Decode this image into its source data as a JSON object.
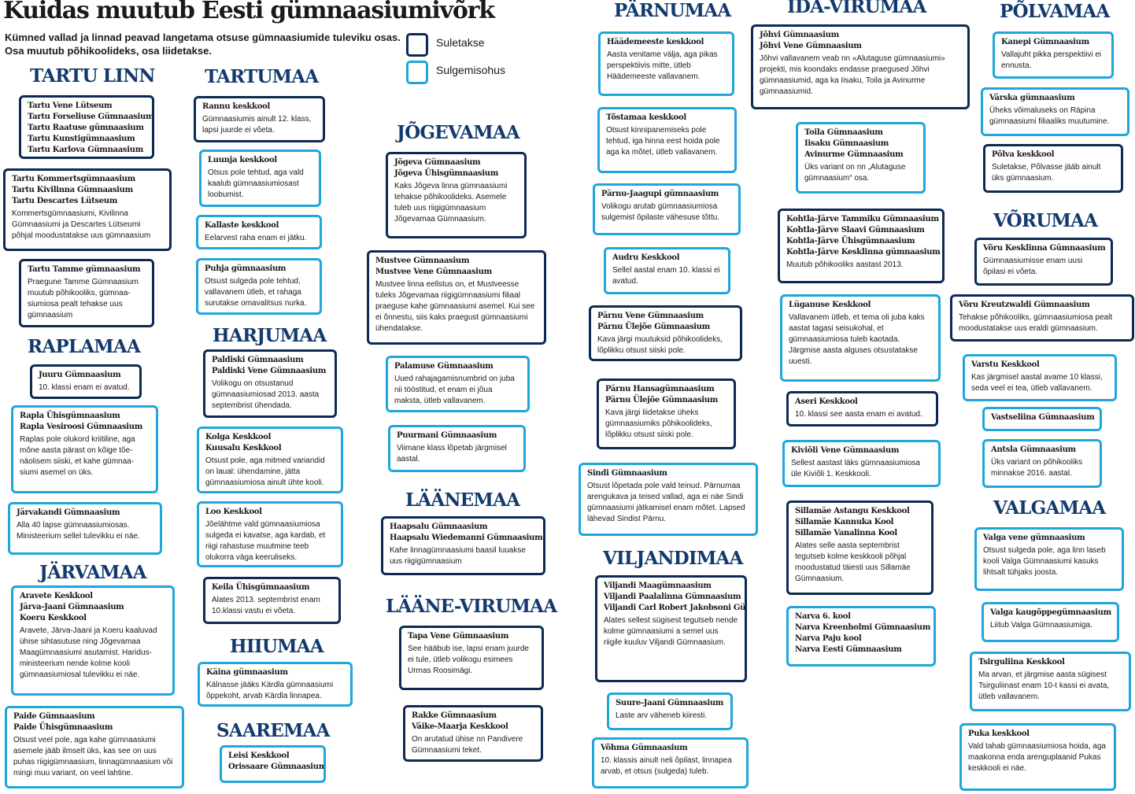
{
  "header": {
    "title": "Kuidas muutub Eesti gümnaasiumivõrk",
    "subtitle": "Kümned vallad ja linnad peavad langetama otsuse gümnaasiumide tuleviku osas. Osa muutub põhikoolideks, osa liidetakse."
  },
  "legend": {
    "closed": {
      "label": "Suletakse",
      "color": "#0d2a52"
    },
    "risk": {
      "label": "Sulgemisohus",
      "color": "#1fa6dc"
    }
  },
  "regions": {
    "tartu_linn": "TARTU LINN",
    "tartumaa": "TARTUMAA",
    "raplamaa": "RAPLAMAA",
    "harjumaa": "HARJUMAA",
    "jarvamaa": "JÄRVAMAA",
    "hiiumaa": "HIIUMAA",
    "saaremaa": "SAAREMAA",
    "jogevamaa": "JÕGEVAMAA",
    "laanemaa": "LÄÄNEMAA",
    "laane_virumaa": "LÄÄNE-VIRUMAA",
    "parnumaa": "PÄRNUMAA",
    "viljandimaa": "VILJANDIMAA",
    "ida_virumaa": "IDA-VIRUMAA",
    "polvamaa": "PÕLVAMAA",
    "vorumaa": "VÕRUMAA",
    "valgamaa": "VALGAMAA"
  },
  "boxes": {
    "tl1": {
      "status": "closed",
      "names": [
        "Tartu Vene Lütseum",
        "Tartu Forseliuse Gümnaasium",
        "Tartu Raatuse gümnaasium",
        "Tartu Kunstigümnaasium",
        "Tartu Karlova Gümnaasium"
      ],
      "desc": ""
    },
    "tl2": {
      "status": "closed",
      "names": [
        "Tartu Kommertsgümnaasium",
        "Tartu Kivilinna Gümnaasium",
        "Tartu Descartes Lütseum"
      ],
      "desc": "Kommertsgümnaasiumi, Kivilinna Gümnaasiumi ja Descartes Lütseumi põhjal moodustatakse uus gümnaasium"
    },
    "tl3": {
      "status": "closed",
      "names": [
        "Tartu Tamme gümnaasium"
      ],
      "desc": "Praegune Tamme Gümnaasium muutub põhikooliks, gümnaa-siumiosa pealt tehakse uus gümnaasium"
    },
    "tm1": {
      "status": "closed",
      "names": [
        "Rannu keskkool"
      ],
      "desc": "Gümnaasiumis ainult 12. klass, lapsi juurde ei võeta."
    },
    "tm2": {
      "status": "risk",
      "names": [
        "Luunja keskkool"
      ],
      "desc": "Otsus pole tehtud, aga vald kaalub gümnaasiumiosast loobumist."
    },
    "tm3": {
      "status": "risk",
      "names": [
        "Kallaste keskkool"
      ],
      "desc": "Eelarvest raha enam ei jätku."
    },
    "tm4": {
      "status": "risk",
      "names": [
        "Puhja gümnaasium"
      ],
      "desc": "Otsust sulgeda pole tehtud, vallavanem ütleb, et rahaga surutakse omavalitsus nurka."
    },
    "rp1": {
      "status": "closed",
      "names": [
        "Juuru Gümnaasium"
      ],
      "desc": "10. klassi enam ei avatud."
    },
    "rp2": {
      "status": "risk",
      "names": [
        "Rapla Ühisgümnaasium",
        "Rapla Vesiroosi Gümnaasium"
      ],
      "desc": "Raplas pole olukord kriitiline, aga mõne aasta pärast on kõige tõe-näolisem siiski, et kahe gümnaa-siumi asemel on üks."
    },
    "rp3": {
      "status": "risk",
      "names": [
        "Järvakandi Gümnaasium"
      ],
      "desc": "Alla 40 lapse gümnaasiumiosas. Ministeerium sellel tulevikku ei näe."
    },
    "hj1": {
      "status": "closed",
      "names": [
        "Paldiski Gümnaasium",
        "Paldiski Vene Gümnaasium"
      ],
      "desc": "Volikogu on otsustanud gümnaasiumiosad 2013. aasta septembrist ühendada."
    },
    "hj2": {
      "status": "risk",
      "names": [
        "Kolga Keskkool",
        "Kuusalu Keskkool"
      ],
      "desc": "Otsust pole, aga mitmed variandid on laual: ühendamine, jätta gümnaasiumiosa ainult ühte kooli."
    },
    "hj3": {
      "status": "risk",
      "names": [
        "Loo Keskkool"
      ],
      "desc": "Jõelähtme vald gümnaasiumiosa sulgeda ei kavatse, aga kardab, et riigi rahastuse muutmine teeb olukorra väga keeruliseks."
    },
    "hj4": {
      "status": "closed",
      "names": [
        "Keila Ühisgümnaasium"
      ],
      "desc": "Alates 2013. septembrist enam 10.klassi vastu ei võeta."
    },
    "jv1": {
      "status": "risk",
      "names": [
        "Aravete Keskkool",
        "Järva-Jaani Gümnaasium",
        "Koeru Keskkool"
      ],
      "desc": "Aravete, Järva-Jaani ja Koeru kaaluvad ühise sihtasutuse ning Jõgevamaa Maagümnaasiumi asutamist. Haridus-ministeerium nende kolme kooli gümnaasiumiosal tulevikku ei näe."
    },
    "jv2": {
      "status": "risk",
      "names": [
        "Paide Gümnaasium",
        "Paide Ühisgümnaasium"
      ],
      "desc": "Otsust veel pole, aga kahe gümnaasiumi asemele jääb ilmselt üks, kas see on uus puhas riigigümnaasium, linnagümnaasium või mingi muu variant, on veel lahtine."
    },
    "hi1": {
      "status": "risk",
      "names": [
        "Käina gümnaasium"
      ],
      "desc": "Kälnasse jääks Kärdla gümnaasiumi õppekoht, arvab Kärdla linnapea."
    },
    "sa1": {
      "status": "risk",
      "names": [
        "Leisi Keskkool",
        "Orissaare Gümnaasium"
      ],
      "desc": ""
    },
    "jg1": {
      "status": "closed",
      "names": [
        "Jõgeva Gümnaasium",
        "Jõgeva Ühisgümnaasium"
      ],
      "desc": "Kaks Jõgeva linna gümnaasiumi tehakse põhikoolideks. Asemele tuleb uus riigigümnaasium Jõgevamaa Gümnaasium."
    },
    "jg2": {
      "status": "closed",
      "names": [
        "Mustvee Gümnaasium",
        "Mustvee Vene Gümnaasium"
      ],
      "desc": "Mustvee linna eellstus on, et Mustveesse tuleks Jõgevamaa riigigümnaasiumi filiaal praeguse kahe gümnaasiumi asemel. Kui see ei õnnestu, siis kaks praegust gümnaasiumi ühendatakse."
    },
    "jg3": {
      "status": "risk",
      "names": [
        "Palamuse Gümnaasium"
      ],
      "desc": "Uued rahajagamisnumbrid on juba nii tööstitud, et enam ei jõua maksta, ütleb vallavanem."
    },
    "jg4": {
      "status": "risk",
      "names": [
        "Puurmani Gümnaasium"
      ],
      "desc": "Viimane klass lõpetab järgmisel aastal."
    },
    "ln1": {
      "status": "closed",
      "names": [
        "Haapsalu Gümnaasium",
        "Haapsalu Wiedemanni Gümnaasium"
      ],
      "desc": "Kahe linnagümnaasiumi baasil luuakse uus riigigümnaasium"
    },
    "lv1": {
      "status": "closed",
      "names": [
        "Tapa Vene Gümnaasium"
      ],
      "desc": "See hääbub ise, lapsi enam juurde ei tule, ütleb volikogu esimees Urmas Roosimägi."
    },
    "lv2": {
      "status": "closed",
      "names": [
        "Rakke Gümnaasium",
        "Väike-Maarja Keskkool"
      ],
      "desc": "On arutatud ühise nn Pandivere Gümnaasiumi teket."
    },
    "pr1": {
      "status": "risk",
      "names": [
        "Häädemeeste keskkool"
      ],
      "desc": "Aasta venitame välja, aga pikas perspektiivis mitte, ütleb Häädemeeste vallavanem."
    },
    "pr2": {
      "status": "risk",
      "names": [
        "Tõstamaa keskkool"
      ],
      "desc": "Otsust kinnipanemiseks pole tehtud, iga hinna eest hoida pole aga ka mõtet, ütleb vallavanem."
    },
    "pr3": {
      "status": "risk",
      "names": [
        "Pärnu-Jaagupi gümnaasium"
      ],
      "desc": "Volikogu arutab gümnaasiumiosa sulgemist õpilaste vähesuse tõttu."
    },
    "pr4": {
      "status": "risk",
      "names": [
        "Audru Keskkool"
      ],
      "desc": "Sellel aastal enam 10. klassi ei avatud."
    },
    "pr5": {
      "status": "closed",
      "names": [
        "Pärnu Vene Gümnaasium",
        "Pärnu Ülejõe Gümnaasium"
      ],
      "desc": "Kava järgi muutuksid põhikoolideks, lõplikku otsust siiski pole."
    },
    "pr6": {
      "status": "closed",
      "names": [
        "Pärnu Hansagümnaasium",
        "Pärnu Ülejõe Gümnaasium"
      ],
      "desc": "Kava järgi liidetakse üheks gümnaasiumiks põhikoolideks, lõplikku otsust siiski pole."
    },
    "pr7": {
      "status": "risk",
      "names": [
        "Sindi Gümnaasium"
      ],
      "desc": "Otsust lõpetada pole vald teinud. Pärnumaa arengukava ja teised vallad, aga ei näe Sindi gümnaasiumi jätkamisel enam mõtet. Lapsed lähevad Sindist Pärnu."
    },
    "vl1": {
      "status": "closed",
      "names": [
        "Viljandi Maagümnaasium",
        "Viljandi Paalalinna Gümnaasium",
        "Viljandi Carl Robert Jakobsoni Gümnaasium"
      ],
      "desc": "Alates sellest sügisest tegutseb nende kolme gümnaasiumi a semel uus riigile kuuluv Viljandi Gümnaasium."
    },
    "vl2": {
      "status": "risk",
      "names": [
        "Suure-Jaani Gümnaasium"
      ],
      "desc": "Laste arv väheneb kiiresti."
    },
    "vl3": {
      "status": "risk",
      "names": [
        "Võhma Gümnaasium"
      ],
      "desc": "10. klassis ainult neli õpilast, linnapea arvab, et otsus (sulgeda) tuleb."
    },
    "iv1": {
      "status": "closed",
      "names": [
        "Jõhvi Gümnaasium",
        "Jõhvi Vene Gümnaasium"
      ],
      "desc": "Jõhvi vallavanem veab nn «Alutaguse gümnaasiumi» projekti, mis koondaks endasse praegused Jõhvi gümnaasiumid, aga ka Iisaku, Toila ja Avinurme gümnaasiumid."
    },
    "iv2": {
      "status": "risk",
      "names": [
        "Toila Gümnaasium",
        "Iisaku Gümnaasium",
        "Avinurme Gümnaasium"
      ],
      "desc": "Üks variant on nn „Alutaguse gümnaasium“ osa."
    },
    "iv3": {
      "status": "closed",
      "names": [
        "Kohtla-Järve Tammiku Gümnaasium",
        "Kohtla-Järve Slaavi Gümnaasium",
        "Kohtla-Järve Ühisgümnaasium",
        "Kohtla-Järve Kesklinna gümnaasium"
      ],
      "desc": "Muutub põhikooliks aastast 2013."
    },
    "iv4": {
      "status": "risk",
      "names": [
        "Lüganuse Keskkool"
      ],
      "desc": "Vallavanem ütleb, et tema oli juba kaks aastat tagasi seisukohal, et gümnaasiumiosa tuleb kaotada. Järgmise aasta alguses otsustatakse uuesti."
    },
    "iv5": {
      "status": "closed",
      "names": [
        "Aseri Keskkool"
      ],
      "desc": "10. klassi see aasta enam ei avatud."
    },
    "iv6": {
      "status": "risk",
      "names": [
        "Kiviõli Vene Gümnaasium"
      ],
      "desc": "Sellest aastast läks gümnaasiumiosa üle Kiviõli 1. Keskkooli."
    },
    "iv7": {
      "status": "closed",
      "names": [
        "Sillamäe Astangu Keskkool",
        "Sillamäe Kannuka Kool",
        "Sillamäe Vanalinna Kool"
      ],
      "desc": "Alates selle aasta septembrist tegutseb kolme keskkooli põhjal moodustatud täiesti uus Sillamäe Gümnaasium."
    },
    "iv8": {
      "status": "risk",
      "names": [
        "Narva 6. kool",
        "Narva Kreenholmi Gümnaasium",
        "Narva Paju kool",
        "Narva Eesti Gümnaasium"
      ],
      "desc": ""
    },
    "pl1": {
      "status": "risk",
      "names": [
        "Kanepi Gümnaasium"
      ],
      "desc": "Vallajuht pikka perspektiivi ei ennusta."
    },
    "pl2": {
      "status": "risk",
      "names": [
        "Värska gümnaasium"
      ],
      "desc": "Üheks võimaluseks on Räpina gümnaasiumi filiaaliks muutumine."
    },
    "pl3": {
      "status": "closed",
      "names": [
        "Põlva keskkool"
      ],
      "desc": "Suletakse, Põlvasse jääb ainult üks gümnaasium."
    },
    "vr1": {
      "status": "closed",
      "names": [
        "Võru Kesklinna Gümnaasium"
      ],
      "desc": "Gümnaasiumisse enam uusi õpilasi ei võeta."
    },
    "vr2": {
      "status": "closed",
      "names": [
        "Võru Kreutzwaldi Gümnaasium"
      ],
      "desc": "Tehakse põhikooliks, gümnaasiumiosa pealt moodustatakse uus eraldi gümnaasium."
    },
    "vr3": {
      "status": "risk",
      "names": [
        "Varstu Keskkool"
      ],
      "desc": "Kas järgmisel aastal avame 10 klassi, seda veel ei tea, ütleb vallavanem."
    },
    "vr4": {
      "status": "risk",
      "names": [
        "Vastseliina Gümnaasium"
      ],
      "desc": ""
    },
    "vr5": {
      "status": "risk",
      "names": [
        "Antsla Gümnaasium"
      ],
      "desc": "Üks variant on põhikooliks minnakse 2016. aastal."
    },
    "vg1": {
      "status": "risk",
      "names": [
        "Valga vene gümnaasium"
      ],
      "desc": "Otsust sulgeda pole, aga linn laseb kooli Valga Gümnaasiumi kasuks lihtsalt tühjaks joosta."
    },
    "vg2": {
      "status": "risk",
      "names": [
        "Valga kaugõppegümnaasium"
      ],
      "desc": "Liitub Valga Gümnaasiumiga."
    },
    "vg3": {
      "status": "risk",
      "names": [
        "Tsirguliina Keskkool"
      ],
      "desc": "Ma arvan, et järgmise aasta sügisest Tsirguliinast enam 10-t kassi ei avata, ütleb vallavanem."
    },
    "vg4": {
      "status": "risk",
      "names": [
        "Puka keskkool"
      ],
      "desc": "Vald tahab gümnaasiumiosa hoida, aga maakonna enda arenguplaanid Pukas keskkooli ei näe."
    }
  }
}
